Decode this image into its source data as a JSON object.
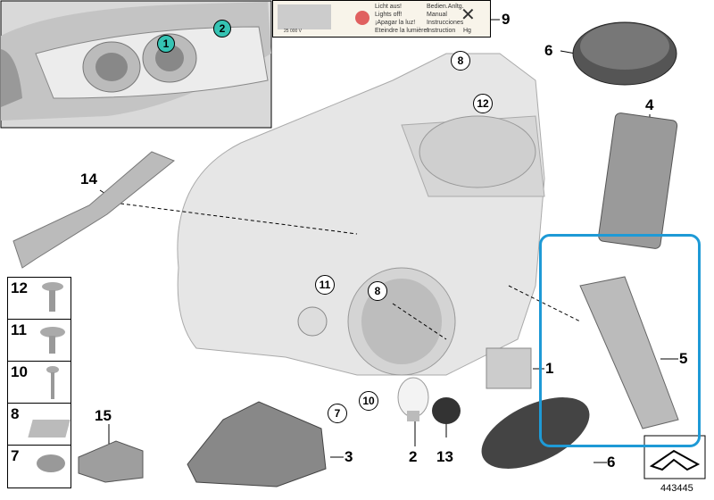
{
  "inset": {
    "callouts": [
      "1",
      "2"
    ]
  },
  "warning_label": {
    "col1": [
      "Licht aus!",
      "Lights off!",
      "¡Apagar la luz!",
      "Eteindre la lumière!"
    ],
    "col2": [
      "Bedien.Anltg.",
      "Manual",
      "Instrucciones",
      "Instruction"
    ],
    "voltage": "25 000 V",
    "hg": "Hg",
    "part_no": "9"
  },
  "callouts": {
    "c8_top": "8",
    "c12_top": "12",
    "c11": "11",
    "c8_mid": "8",
    "c7": "7",
    "c10": "10"
  },
  "part_numbers": {
    "p14": "14",
    "p6_top": "6",
    "p4": "4",
    "p1": "1",
    "p5": "5",
    "p6_bottom": "6",
    "p2": "2",
    "p13": "13",
    "p3": "3",
    "p15": "15"
  },
  "small_parts": [
    "12",
    "11",
    "10",
    "8",
    "7"
  ],
  "highlight_color": "#1e9ad6",
  "diagram_id": "443445"
}
